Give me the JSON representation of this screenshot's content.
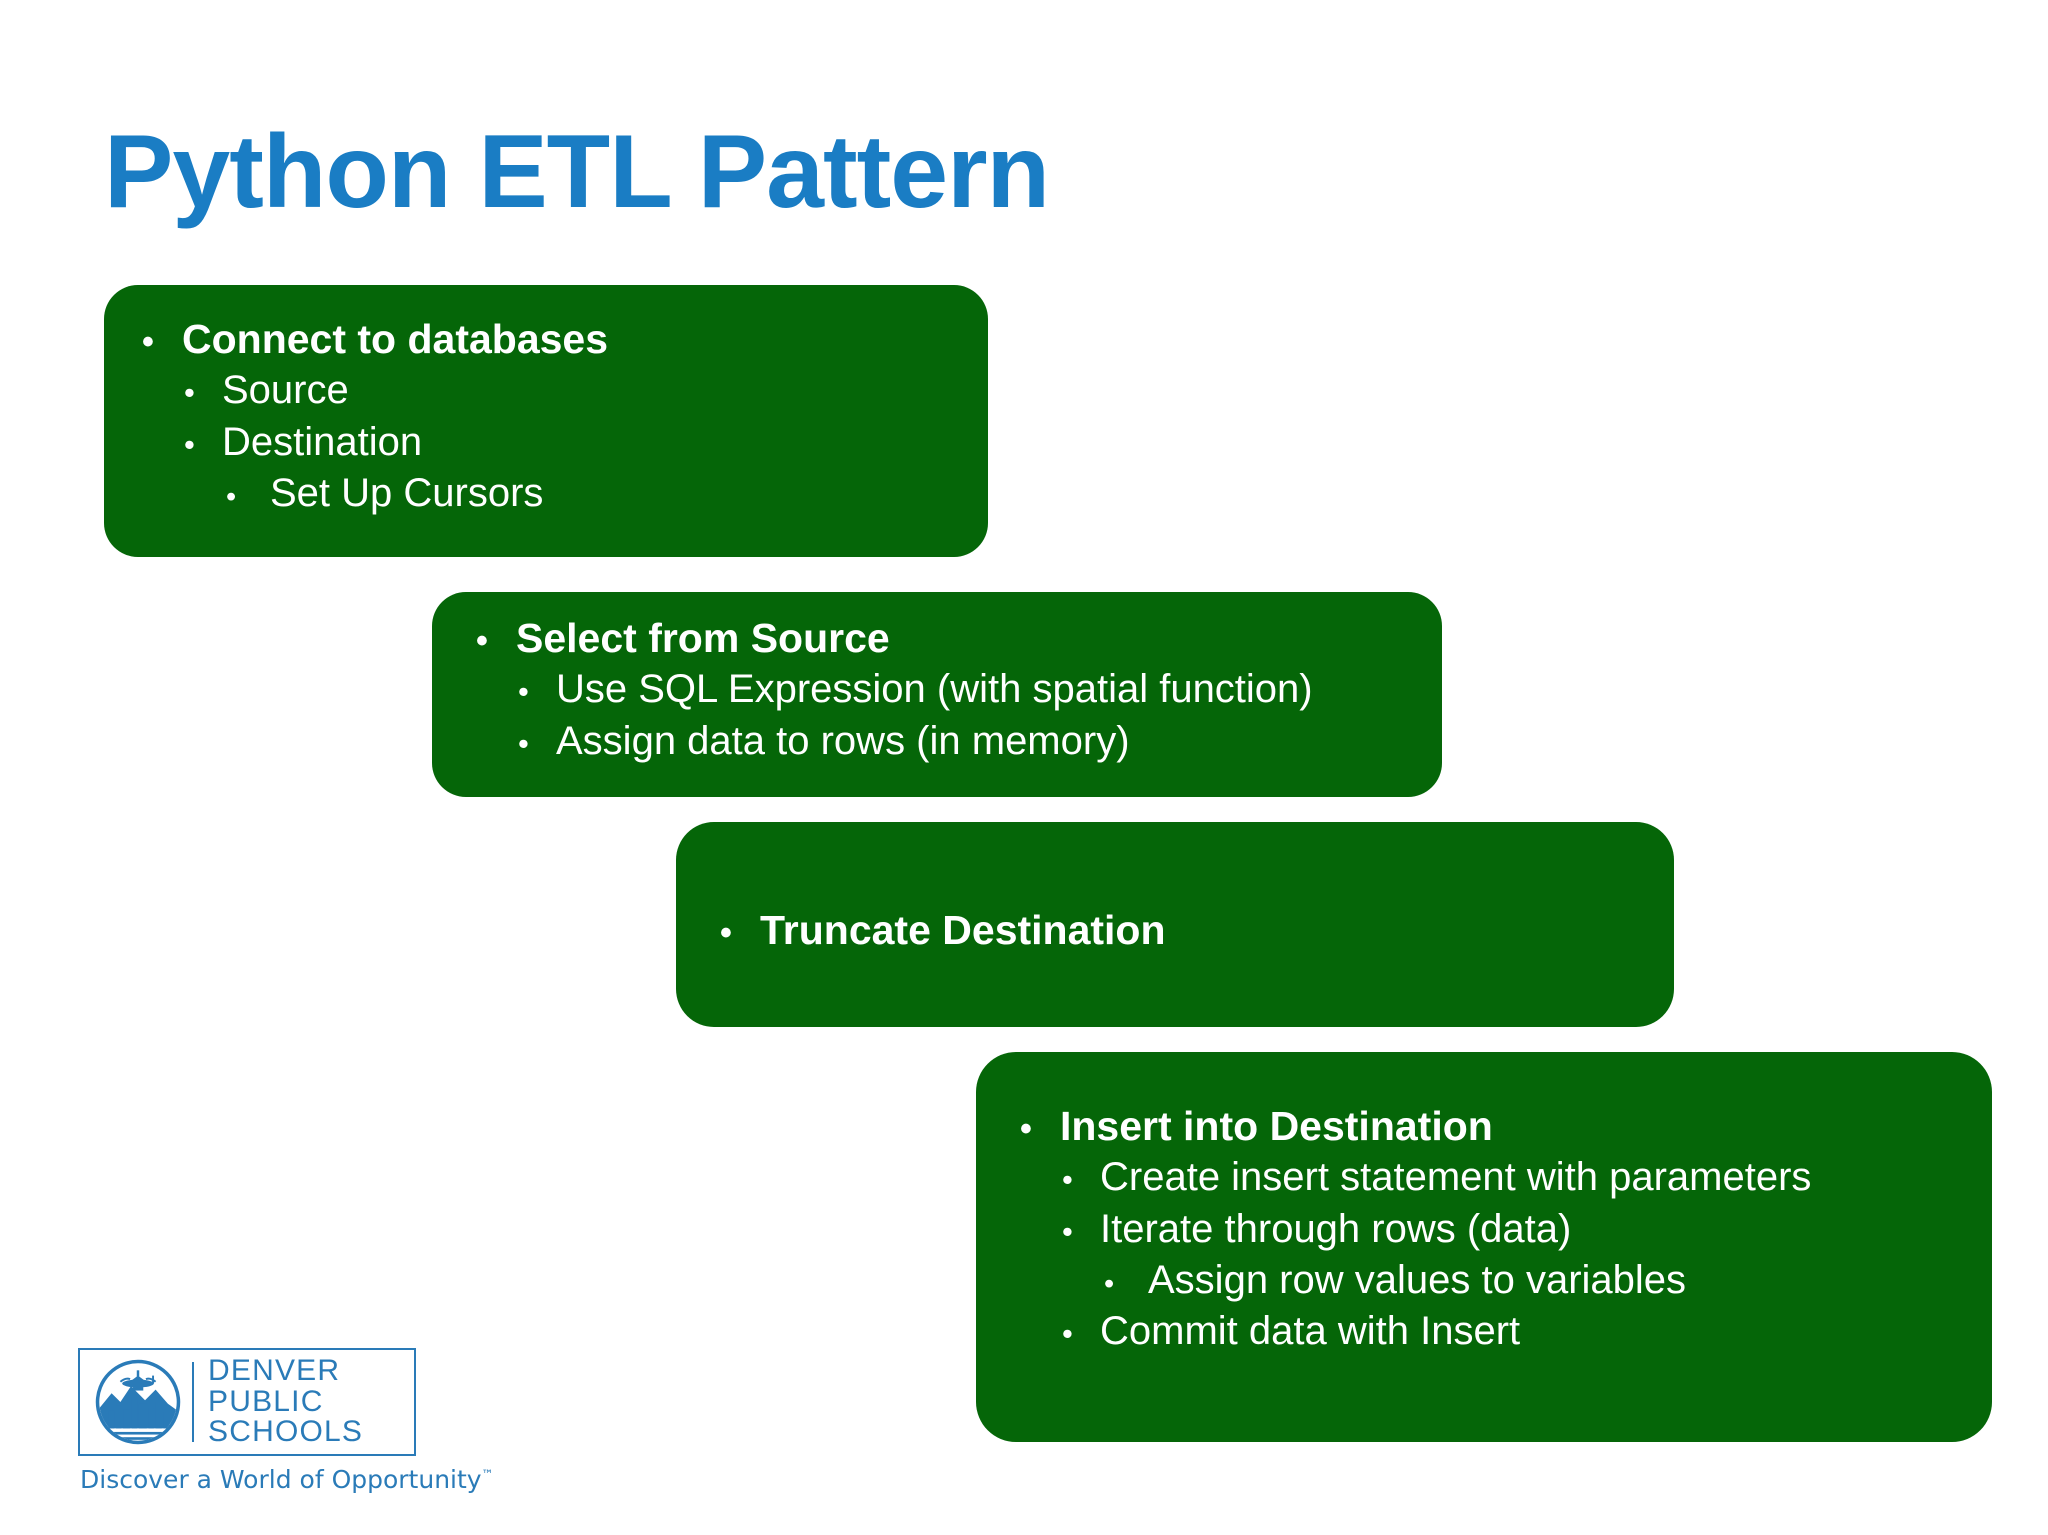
{
  "slide": {
    "title": "Python ETL Pattern",
    "background_color": "#ffffff",
    "title_color": "#1a7dc4",
    "box_color": "#056608",
    "box_text_color": "#ffffff"
  },
  "boxes": [
    {
      "id": "connect-to-databases",
      "lines": [
        {
          "level": 1,
          "bullet": "•",
          "text": "Connect to databases"
        },
        {
          "level": 2,
          "bullet": "•",
          "text": "Source"
        },
        {
          "level": 2,
          "bullet": "•",
          "text": "Destination"
        },
        {
          "level": 3,
          "bullet": "•",
          "text": "Set Up Cursors"
        }
      ]
    },
    {
      "id": "select-from-source",
      "lines": [
        {
          "level": 1,
          "bullet": "•",
          "text": "Select from Source"
        },
        {
          "level": 2,
          "bullet": "•",
          "text": "Use SQL Expression (with spatial function)"
        },
        {
          "level": 2,
          "bullet": "•",
          "text": "Assign data to rows (in memory)"
        }
      ]
    },
    {
      "id": "truncate-destination",
      "lines": [
        {
          "level": 1,
          "bullet": "•",
          "text": "Truncate Destination"
        }
      ]
    },
    {
      "id": "insert-into-destination",
      "lines": [
        {
          "level": 1,
          "bullet": "•",
          "text": "Insert into Destination"
        },
        {
          "level": 2,
          "bullet": "•",
          "text": "Create insert statement with parameters"
        },
        {
          "level": 2,
          "bullet": "•",
          "text": "Iterate through rows (data)"
        },
        {
          "level": 3,
          "bullet": "•",
          "text": "Assign row values to variables"
        },
        {
          "level": 2,
          "bullet": "•",
          "text": "Commit data with Insert"
        }
      ]
    }
  ],
  "logo": {
    "name": "denver-public-schools-logo",
    "color": "#2a7bb8",
    "line1": "DENVER",
    "line2": "PUBLIC",
    "line3": "SCHOOLS",
    "tagline": "Discover a World of Opportunity",
    "trademark": "™",
    "emblem": "denver-skyline-mountains-icon"
  }
}
